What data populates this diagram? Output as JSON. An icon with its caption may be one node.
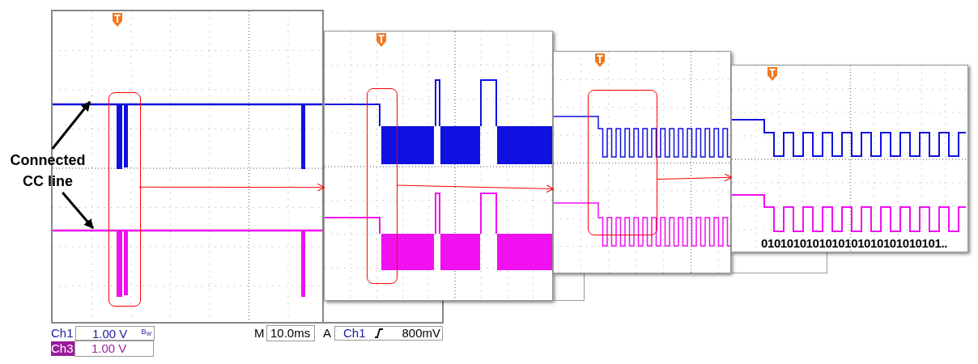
{
  "diagram": {
    "nodes": [
      {
        "text": [
          "Connected CC line"
        ]
      },
      {
        "text": [],
        "shape": "picture"
      },
      {
        "text": [],
        "shape": "line",
        "in": 1
      },
      {
        "text": [],
        "shape": "line",
        "in": 1
      },
      {
        "text": [],
        "shape": "box",
        "in": 1
      },
      {
        "text": [],
        "shape": "picture"
      },
      {
        "text": [],
        "shape": "box",
        "in": 5
      },
      {
        "text": [],
        "shape": "picture"
      },
      {
        "text": [],
        "shape": "box",
        "in": 7
      },
      {
        "text": [],
        "shape": "picture"
      }
    ],
    "edges": [
      {
        "from": 0,
        "to": 2,
        "arrow": "to",
        "style": "thick",
        "color": "#000000"
      },
      {
        "from": 0,
        "to": 3,
        "arrow": "to",
        "style": "thick",
        "color": "#000000"
      },
      {
        "from": 4,
        "to": 5,
        "arrow": "to",
        "color": "#ff0000"
      },
      {
        "from": 6,
        "to": 7,
        "arrow": "to",
        "color": "#ff0000"
      },
      {
        "from": 8,
        "to": 9,
        "arrow": "to",
        "color": "#ff0000"
      }
    ],
    "labels": [
      "0101010101010101010101010101..",
      "Ch1",
      "1.00 V",
      "B$_{W}$",
      "M",
      "10.0ms",
      "A",
      "Ch1",
      "800mV",
      "Ch3",
      "1.00 V"
    ]
  }
}
